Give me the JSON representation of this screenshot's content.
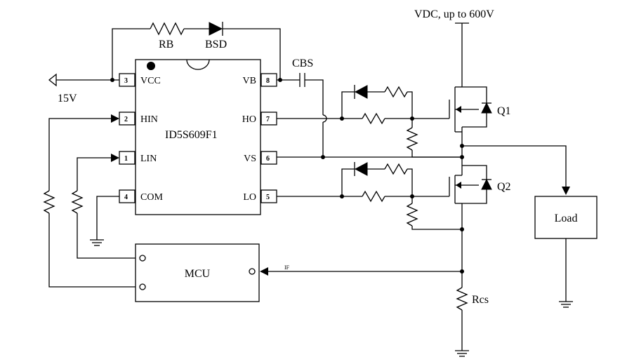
{
  "supply": {
    "label": "VDC, up to 600V"
  },
  "vcc_source": {
    "label": "15V"
  },
  "ic": {
    "name": "ID5S609F1",
    "pins": [
      {
        "num": "3",
        "name": "VCC"
      },
      {
        "num": "2",
        "name": "HIN"
      },
      {
        "num": "1",
        "name": "LIN"
      },
      {
        "num": "4",
        "name": "COM"
      },
      {
        "num": "8",
        "name": "VB"
      },
      {
        "num": "7",
        "name": "HO"
      },
      {
        "num": "6",
        "name": "VS"
      },
      {
        "num": "5",
        "name": "LO"
      }
    ]
  },
  "components": {
    "rb": "RB",
    "bsd": "BSD",
    "cbs": "CBS",
    "q1": "Q1",
    "q2": "Q2",
    "load": "Load",
    "mcu": "MCU",
    "rcs": "Rcs",
    "if_signal": "IF"
  }
}
